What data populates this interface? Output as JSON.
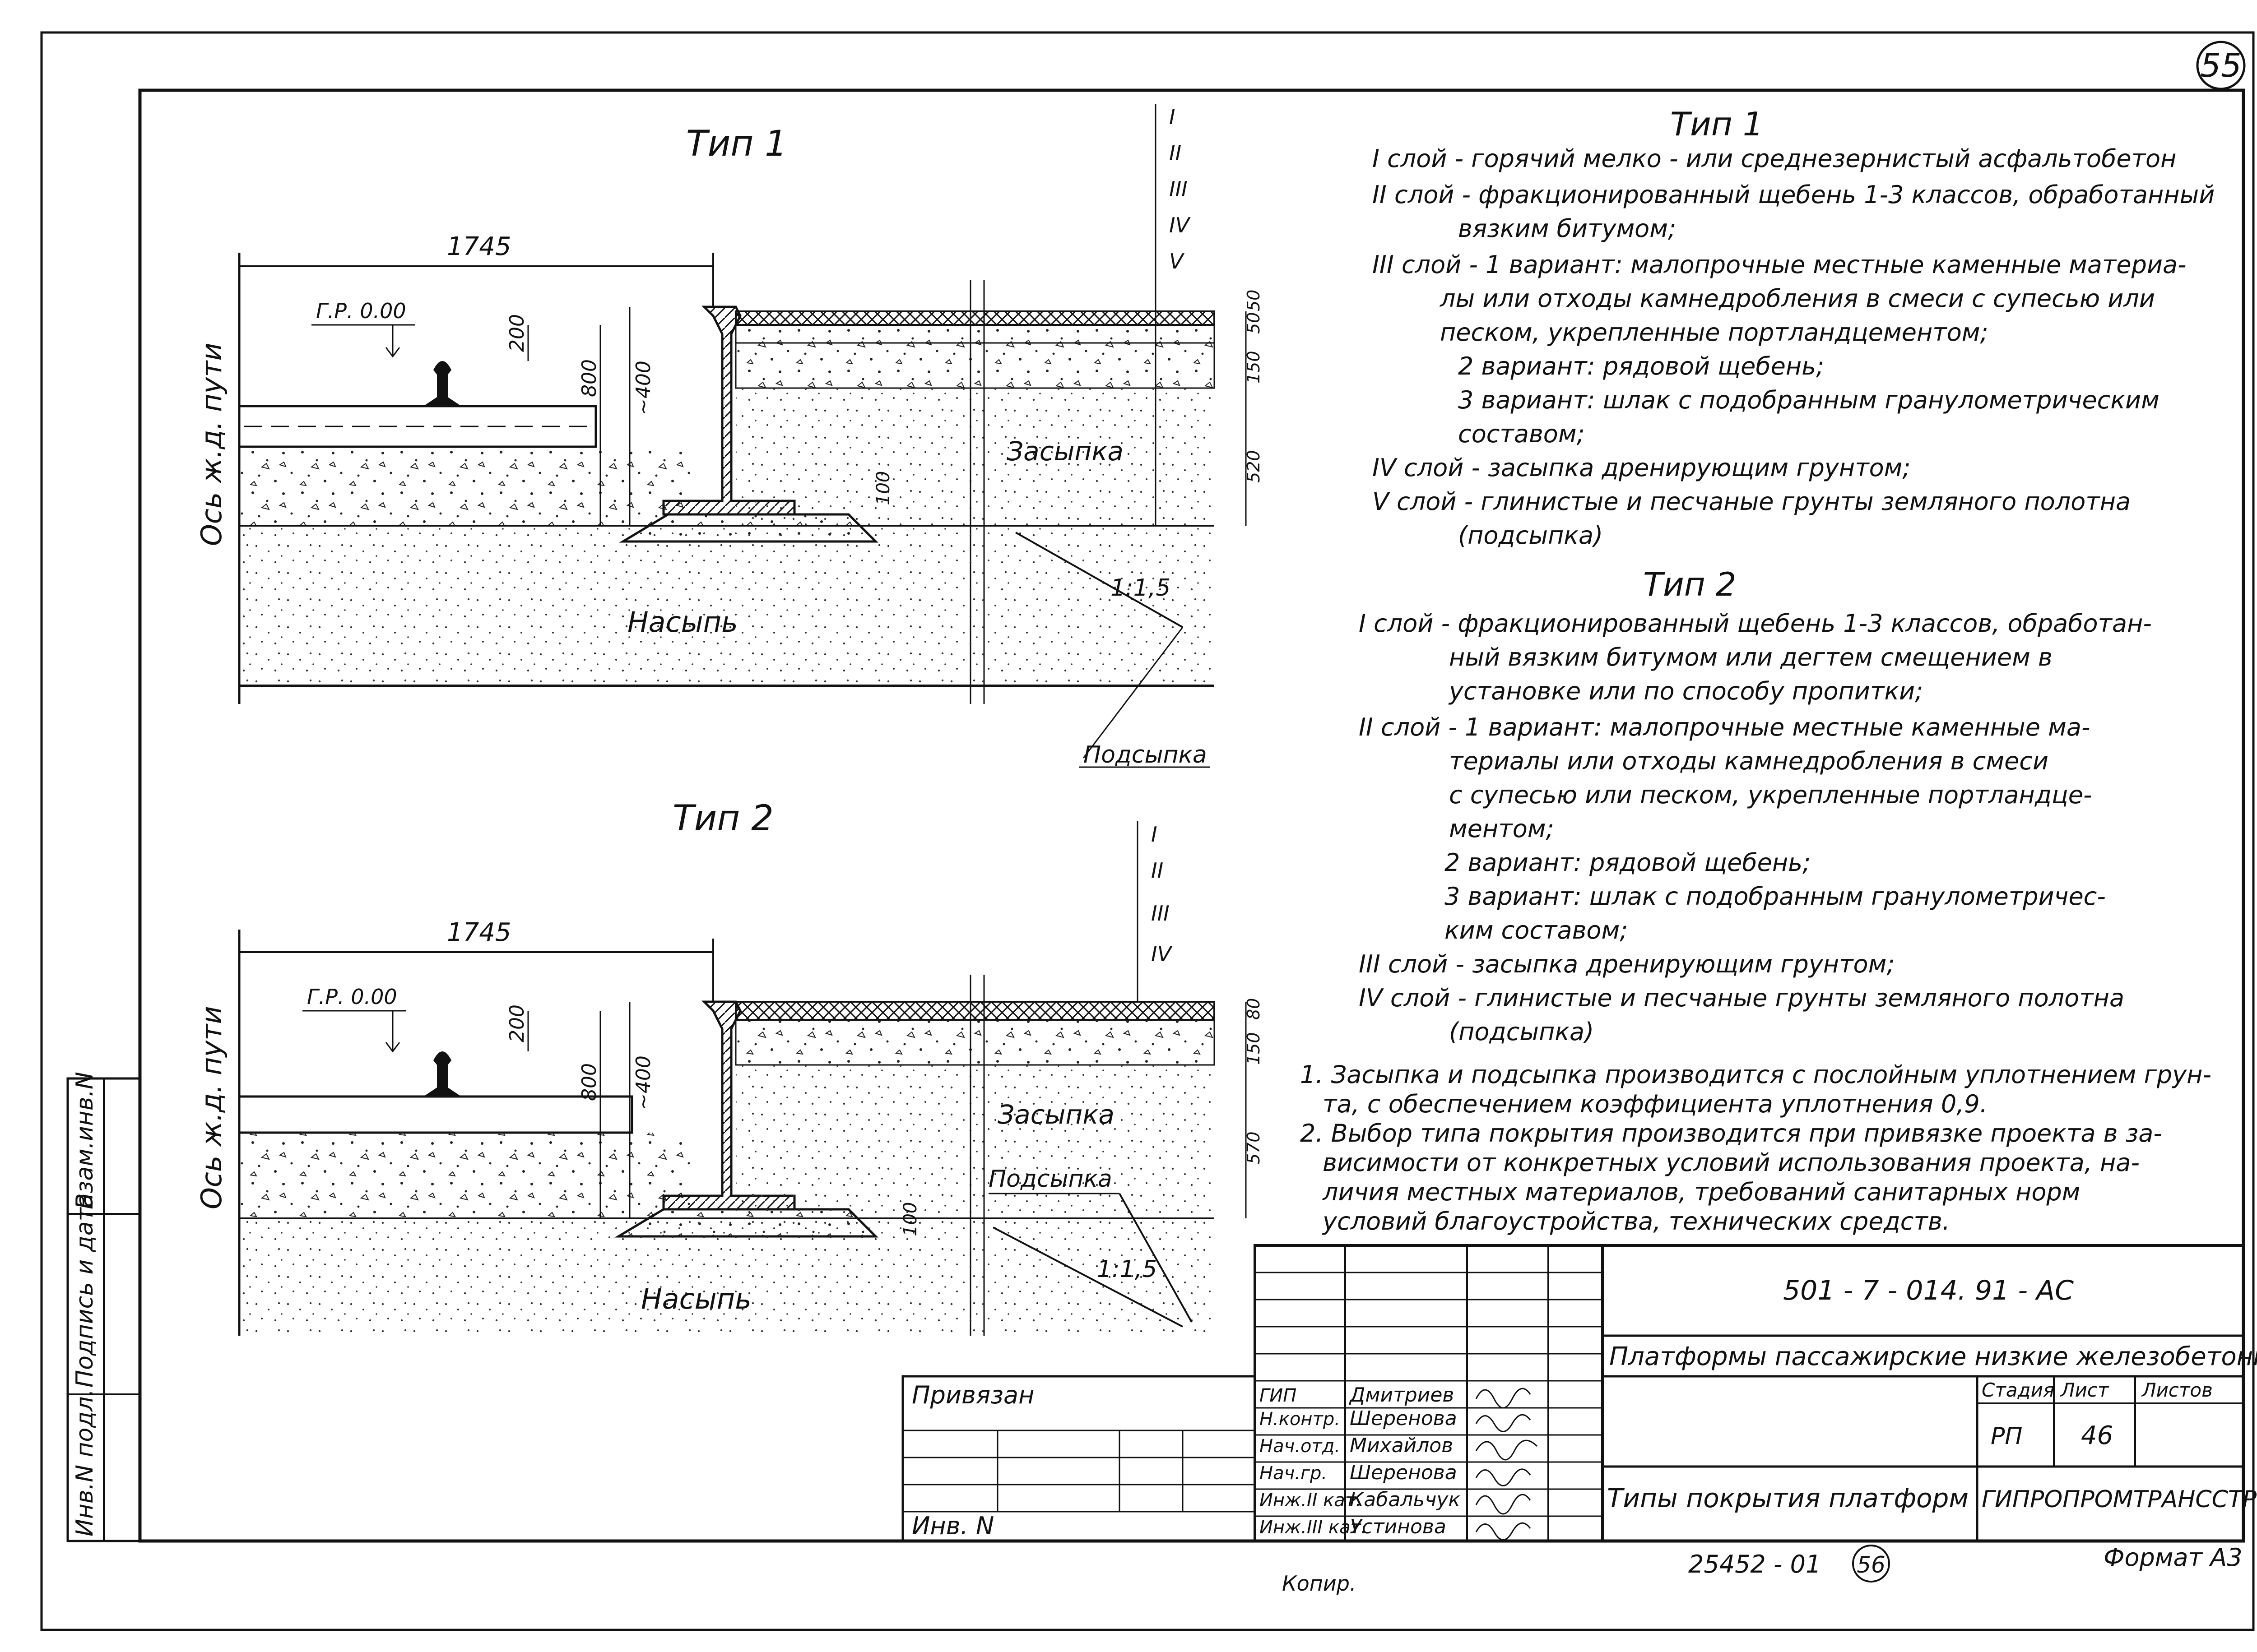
{
  "sheet_number": "55",
  "types": [
    {
      "title": "Тип 1",
      "dim_width": "1745",
      "rail_level": "Г.Р. 0.00",
      "dim_200": "200",
      "dim_800": "800",
      "dim_400": "~400",
      "dim_100": "100",
      "axis_label": "Ось ж.д. пути",
      "backfill_label": "Засыпка",
      "embankment_label": "Насыпь",
      "subfill_label": "Подсыпка",
      "slope": "1:1,5",
      "roman": [
        "I",
        "II",
        "III",
        "IV",
        "V"
      ],
      "layer_dims": [
        "50",
        "50",
        "150",
        "520"
      ]
    },
    {
      "title": "Тип 2",
      "dim_width": "1745",
      "rail_level": "Г.Р. 0.00",
      "dim_200": "200",
      "dim_800": "800",
      "dim_400": "~400",
      "dim_100": "100",
      "axis_label": "Ось ж.д. пути",
      "backfill_label": "Засыпка",
      "embankment_label": "Насыпь",
      "subfill_label": "Подсыпка",
      "slope": "1:1,5",
      "roman": [
        "I",
        "II",
        "III",
        "IV"
      ],
      "layer_dims": [
        "80",
        "150",
        "570"
      ]
    }
  ],
  "description": {
    "type1_title": "Тип 1",
    "type1_lines": [
      "I слой - горячий мелко - или среднезернистый асфальтобетон",
      "II слой - фракционированный щебень 1-3 классов, обработанный",
      "вязким битумом;",
      "III слой - 1 вариант: малопрочные местные каменные материа-",
      "лы или отходы камнедробления в смеси с супесью или",
      "песком, укрепленные портландцементом;",
      "2 вариант: рядовой щебень;",
      "3 вариант: шлак с подобранным гранулометрическим",
      "составом;",
      "IV слой - засыпка дренирующим грунтом;",
      "V слой - глинистые и песчаные грунты земляного полотна",
      "(подсыпка)"
    ],
    "type2_title": "Тип 2",
    "type2_lines": [
      "I слой - фракционированный щебень 1-3 классов, обработан-",
      "ный вязким битумом или дегтем смещением в",
      "установке или по способу пропитки;",
      "II слой - 1 вариант: малопрочные местные каменные ма-",
      "териалы или отходы камнедробления в смеси",
      "с супесью или песком, укрепленные портландце-",
      "ментом;",
      "2 вариант: рядовой щебень;",
      "3 вариант: шлак с подобранным гранулометричес-",
      "ким составом;",
      "III слой - засыпка дренирующим грунтом;",
      "IV слой - глинистые и песчаные грунты земляного полотна",
      "(подсыпка)"
    ],
    "notes": [
      "1. Засыпка и подсыпка производится с послойным уплотнением грун-",
      "та, с обеспечением коэффициента уплотнения 0,9.",
      "2. Выбор типа покрытия производится при привязке проекта в за-",
      "висимости от конкретных условий использования проекта, на-",
      "личия местных материалов, требований санитарных норм",
      "условий благоустройства, технических средств."
    ]
  },
  "title_block": {
    "doc_code": "501 - 7 - 014. 91 - АС",
    "project_title": "Платформы пассажирские низкие железобетонные",
    "sheet_title": "Типы покрытия платформ",
    "organization": "ГИПРОПРОМТРАНССТРОЙ",
    "stage_header": "Стадия",
    "sheet_header": "Лист",
    "sheets_header": "Листов",
    "stage": "РП",
    "sheet": "46",
    "sheets": "",
    "roles": [
      "ГИП",
      "Н.контр.",
      "Нач.отд.",
      "Нач.гр.",
      "Инж.II кат.",
      "Инж.III кат."
    ],
    "names": [
      "Дмитриев",
      "Шеренова",
      "Михайлов",
      "Шеренова",
      "Кабальчук",
      "Устинова"
    ],
    "privyazan": "Привязан",
    "inv_no": "Инв. N"
  },
  "side_stamp": [
    "Инв.N подл.",
    "Подпись и дата",
    "Взам.инв.N"
  ],
  "footer": {
    "copied": "Копир.",
    "order": "25452 - 01",
    "order_circle": "56",
    "format": "Формат А3"
  }
}
